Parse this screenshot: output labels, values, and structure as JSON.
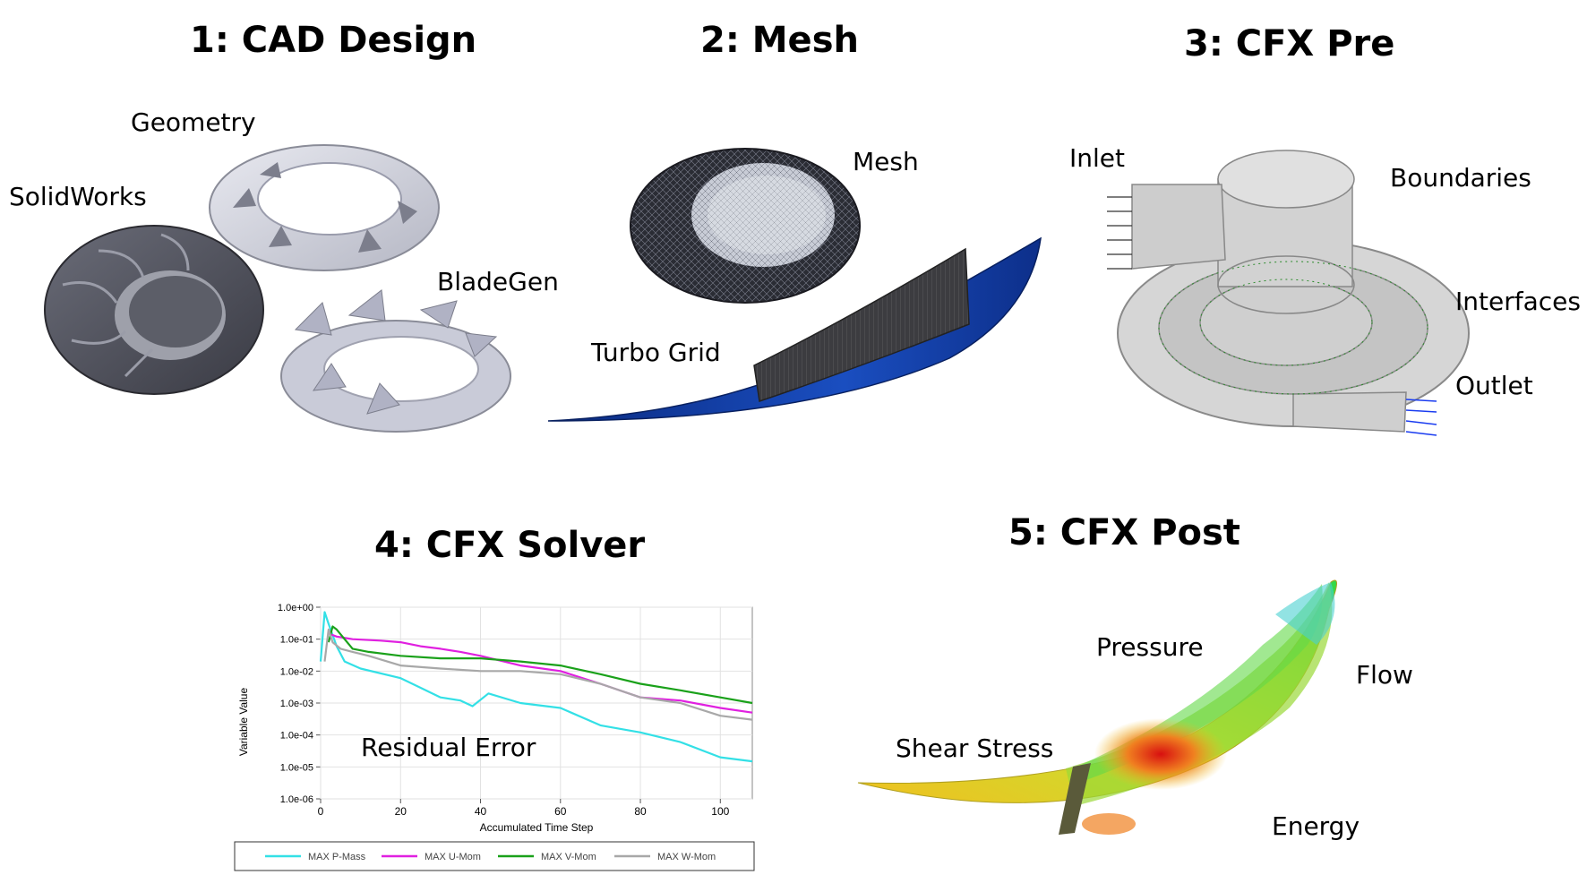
{
  "stages": {
    "s1": {
      "title": "1: CAD Design",
      "labels": {
        "solidworks": "SolidWorks",
        "geometry": "Geometry",
        "bladegen": "BladeGen"
      }
    },
    "s2": {
      "title": "2: Mesh",
      "labels": {
        "mesh": "Mesh",
        "turbogrid": "Turbo Grid"
      }
    },
    "s3": {
      "title": "3: CFX Pre",
      "labels": {
        "inlet": "Inlet",
        "boundaries": "Boundaries",
        "interfaces": "Interfaces",
        "outlet": "Outlet"
      }
    },
    "s4": {
      "title": "4: CFX Solver",
      "annotation": "Residual Error"
    },
    "s5": {
      "title": "5: CFX Post",
      "labels": {
        "pressure": "Pressure",
        "flow": "Flow",
        "shear": "Shear Stress",
        "energy": "Energy"
      }
    }
  },
  "chart_data": {
    "type": "line",
    "xlabel": "Accumulated Time Step",
    "ylabel": "Variable Value",
    "y_scale": "log",
    "xlim": [
      0,
      108
    ],
    "ylim": [
      1e-06,
      1
    ],
    "x_ticks": [
      0,
      20,
      40,
      60,
      80,
      100
    ],
    "y_ticks": [
      1,
      0.1,
      0.01,
      0.001,
      0.0001,
      1e-05,
      1e-06
    ],
    "y_tick_labels": [
      "1.0e+00",
      "1.0e-01",
      "1.0e-02",
      "1.0e-03",
      "1.0e-04",
      "1.0e-05",
      "1.0e-06"
    ],
    "legend_position": "bottom",
    "series": [
      {
        "name": "MAX P-Mass",
        "color": "#33e0e6",
        "x": [
          0,
          1,
          2,
          4,
          6,
          10,
          20,
          30,
          35,
          38,
          42,
          50,
          60,
          70,
          80,
          90,
          100,
          108
        ],
        "y": [
          0.02,
          0.7,
          0.3,
          0.06,
          0.02,
          0.012,
          0.006,
          0.0015,
          0.0012,
          0.0008,
          0.002,
          0.001,
          0.0007,
          0.0002,
          0.00012,
          6e-05,
          2e-05,
          1.5e-05
        ]
      },
      {
        "name": "MAX U-Mom",
        "color": "#e020e0",
        "x": [
          2,
          4,
          8,
          15,
          20,
          25,
          30,
          35,
          40,
          50,
          60,
          70,
          80,
          90,
          100,
          108
        ],
        "y": [
          0.15,
          0.12,
          0.1,
          0.09,
          0.08,
          0.06,
          0.05,
          0.04,
          0.03,
          0.015,
          0.01,
          0.004,
          0.0015,
          0.0012,
          0.0007,
          0.0005
        ]
      },
      {
        "name": "MAX V-Mom",
        "color": "#1aa11a",
        "x": [
          2,
          3,
          4,
          6,
          8,
          12,
          20,
          30,
          40,
          50,
          60,
          70,
          80,
          90,
          100,
          108
        ],
        "y": [
          0.08,
          0.25,
          0.2,
          0.1,
          0.05,
          0.04,
          0.03,
          0.025,
          0.025,
          0.02,
          0.015,
          0.008,
          0.004,
          0.0025,
          0.0015,
          0.001
        ]
      },
      {
        "name": "MAX W-Mom",
        "color": "#a8a8a8",
        "x": [
          1,
          2,
          3,
          5,
          8,
          12,
          20,
          30,
          40,
          50,
          60,
          70,
          80,
          90,
          100,
          108
        ],
        "y": [
          0.02,
          0.2,
          0.08,
          0.05,
          0.04,
          0.03,
          0.015,
          0.012,
          0.01,
          0.01,
          0.008,
          0.004,
          0.0015,
          0.001,
          0.0004,
          0.0003
        ]
      }
    ]
  }
}
